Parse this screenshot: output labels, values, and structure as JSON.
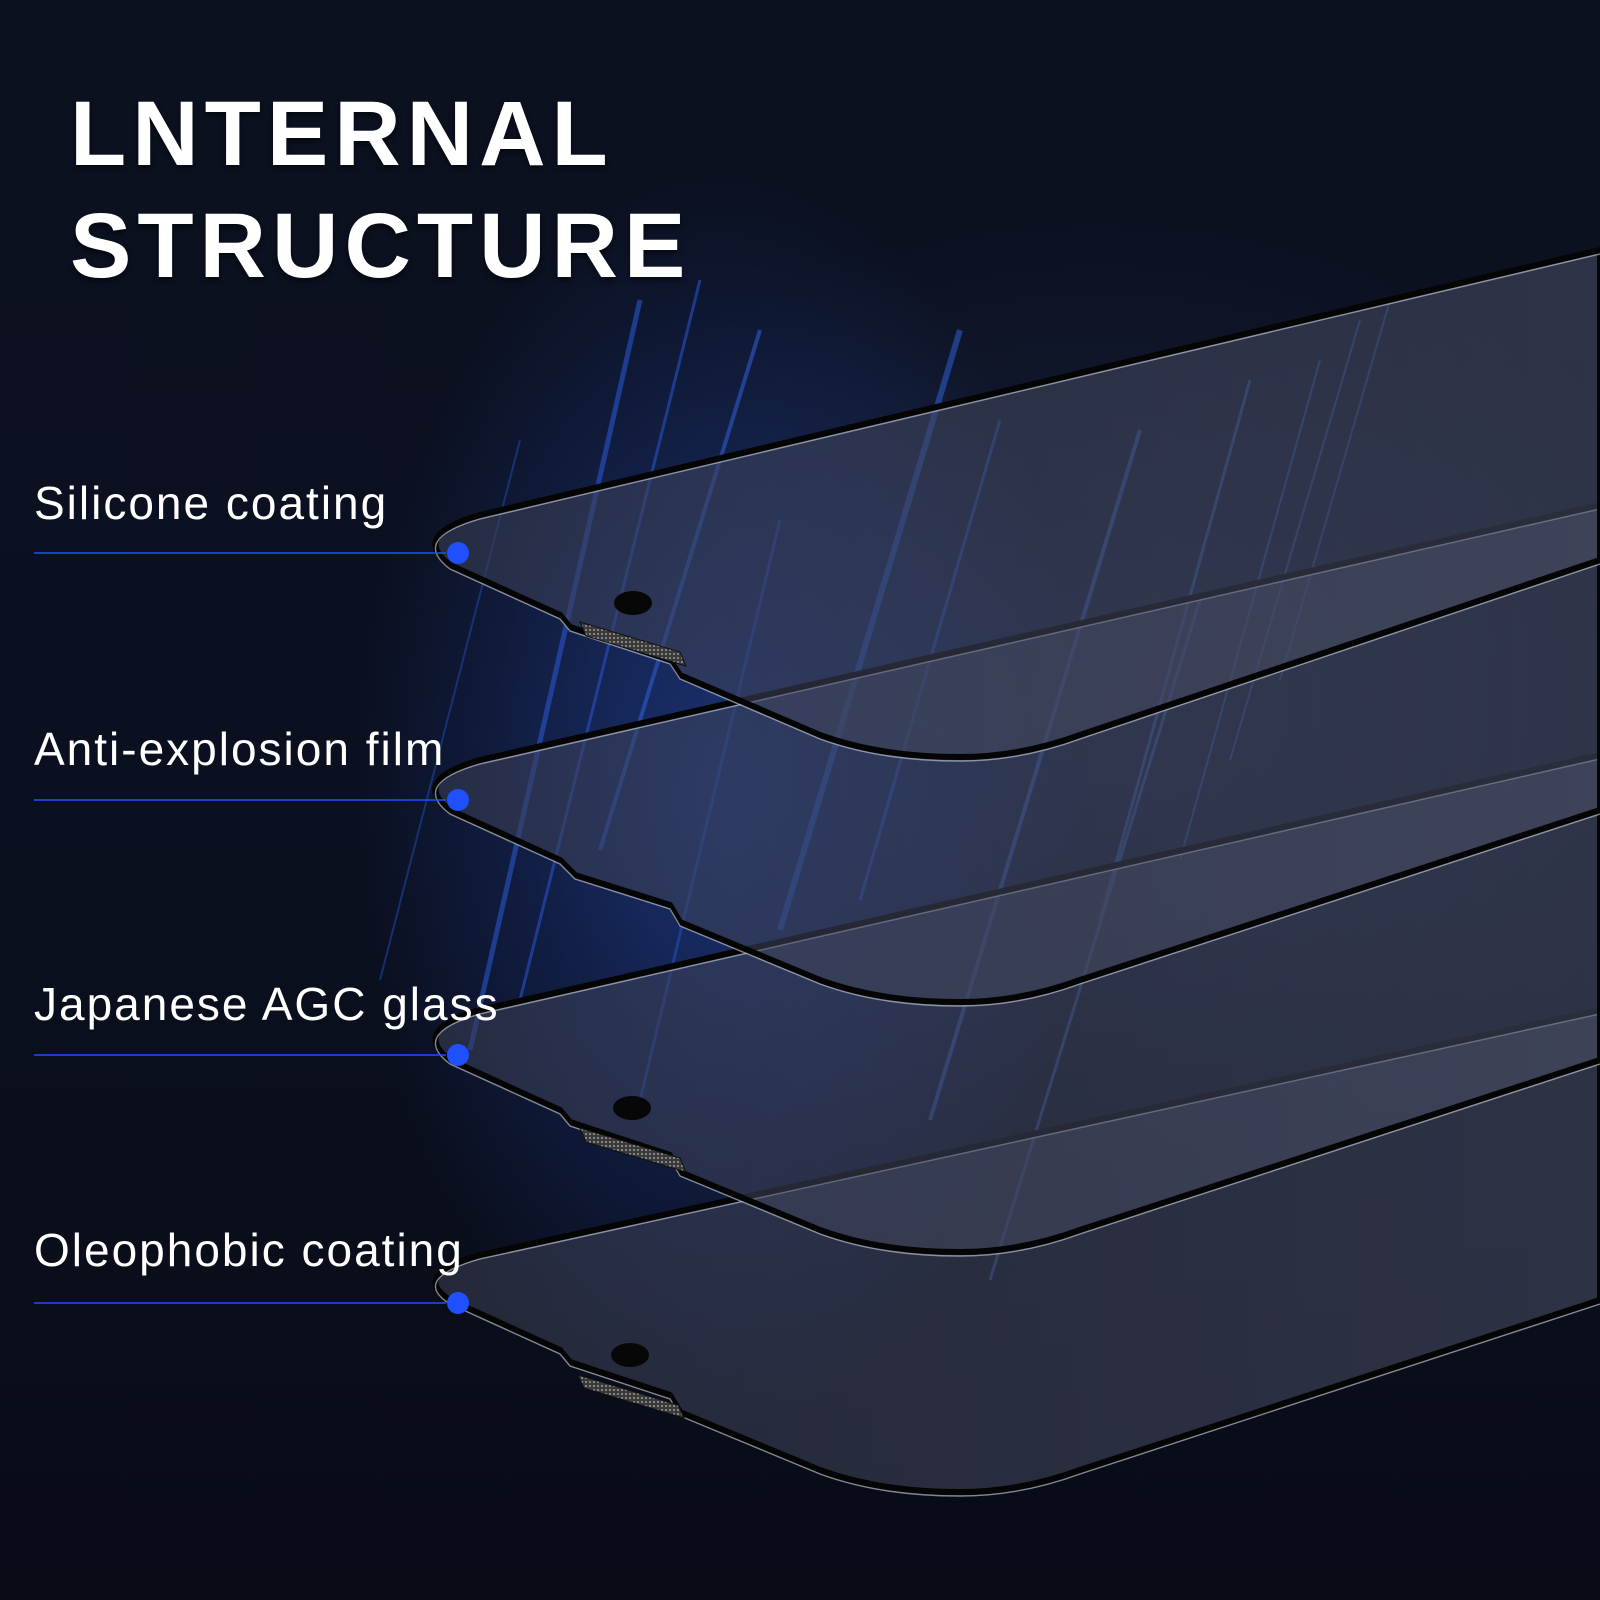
{
  "title": {
    "line1": "LNTERNAL",
    "line2": "STRUCTURE"
  },
  "accent_color": "#1f4fff",
  "layers": [
    {
      "label": "Silicone coating"
    },
    {
      "label": "Anti-explosion film"
    },
    {
      "label": "Japanese AGC glass"
    },
    {
      "label": "Oleophobic coating"
    }
  ]
}
